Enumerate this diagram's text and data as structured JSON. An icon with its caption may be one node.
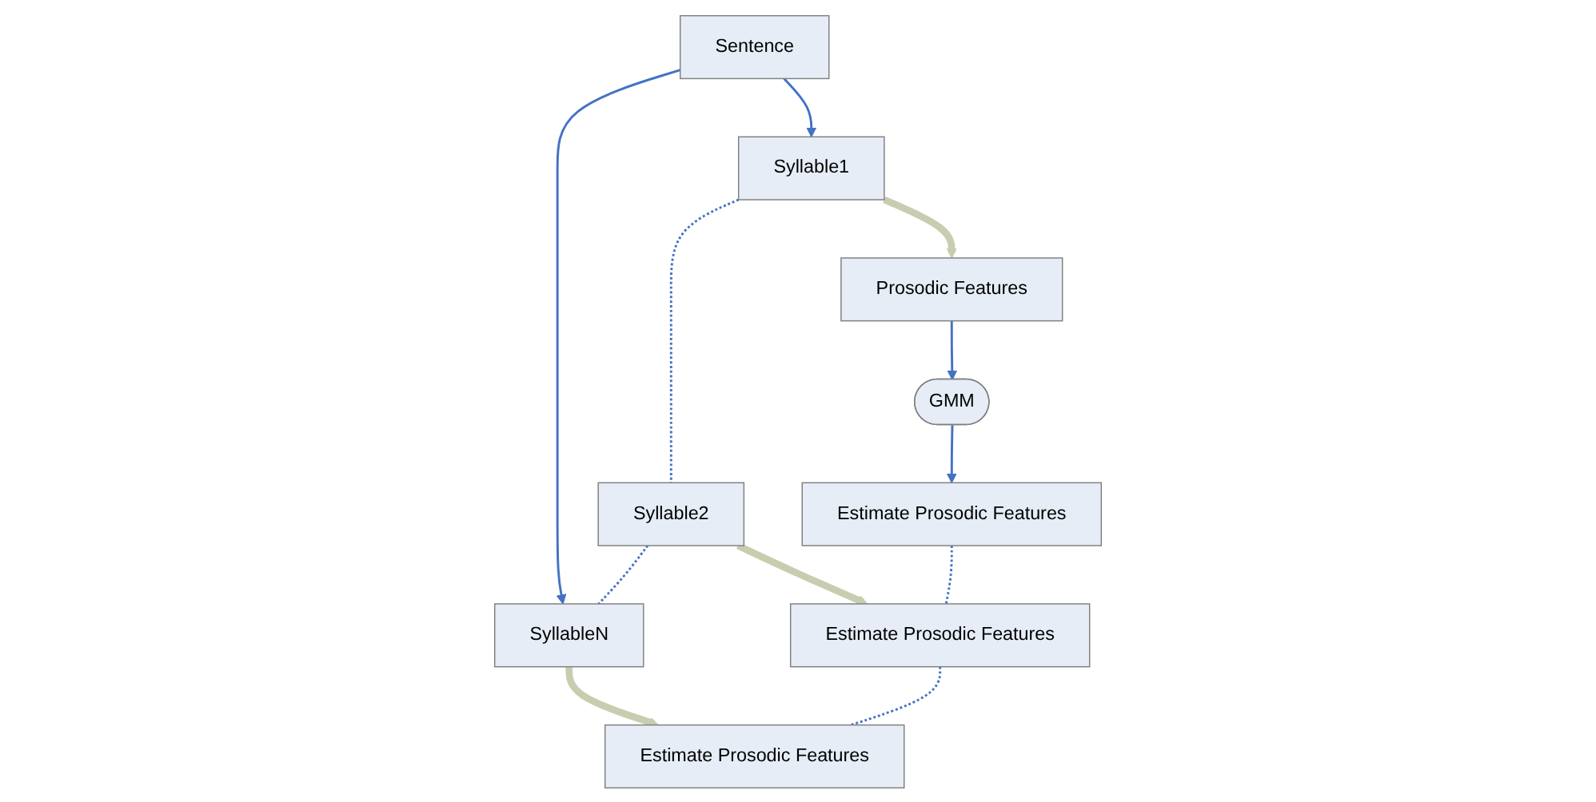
{
  "diagram": {
    "nodes": [
      {
        "text": [
          "Sentence"
        ]
      },
      {
        "text": [
          "Syllable1"
        ]
      },
      {
        "text": [
          "Syllable2"
        ]
      },
      {
        "text": [
          "SyllableN"
        ]
      },
      {
        "text": [
          "Prosodic Features"
        ]
      },
      {
        "text": [
          "GMM"
        ]
      },
      {
        "text": [
          "Estimate Prosodic Features"
        ]
      },
      {
        "text": [
          "Estimate Prosodic Features"
        ]
      },
      {
        "text": [
          "Estimate Prosodic Features"
        ]
      }
    ],
    "edges": [
      {
        "from": 0,
        "to": 1,
        "arrow": "to"
      },
      {
        "from": 0,
        "to": 3,
        "arrow": "to"
      },
      {
        "from": 1,
        "to": 2,
        "arrow": "none",
        "style": "dashed"
      },
      {
        "from": 2,
        "to": 3,
        "arrow": "none",
        "style": "dashed"
      },
      {
        "from": 1,
        "to": 4,
        "arrow": "to",
        "style": "thick",
        "color": "#c9cdb0"
      },
      {
        "from": 4,
        "to": 5,
        "arrow": "to"
      },
      {
        "from": 5,
        "to": 6,
        "arrow": "to"
      },
      {
        "from": 2,
        "to": 7,
        "arrow": "to",
        "style": "thick",
        "color": "#c9cdb0"
      },
      {
        "from": 3,
        "to": 8,
        "arrow": "to",
        "style": "thick",
        "color": "#c9cdb0"
      },
      {
        "from": 6,
        "to": 7,
        "arrow": "none",
        "style": "dashed"
      },
      {
        "from": 7,
        "to": 8,
        "arrow": "none",
        "style": "dashed"
      }
    ]
  }
}
